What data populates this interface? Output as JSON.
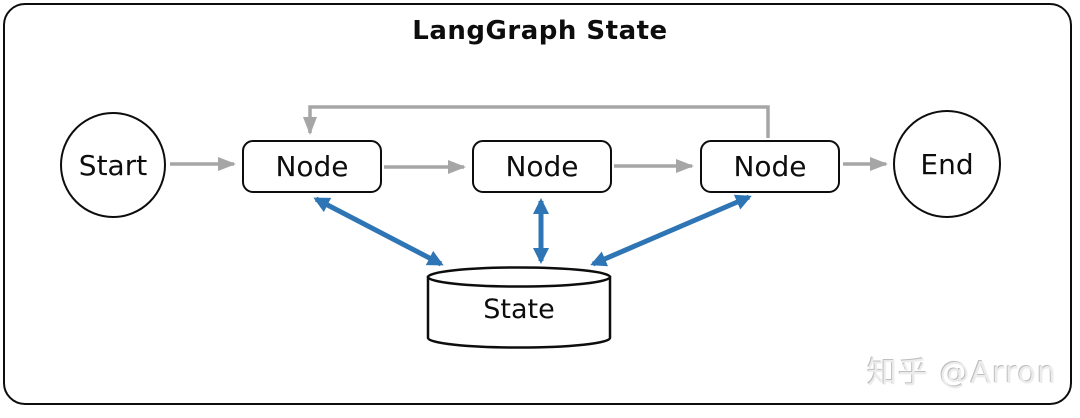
{
  "title": "LangGraph State",
  "watermark": "知乎 @Arron",
  "colors": {
    "edge_gray": "#a6a6a6",
    "edge_blue": "#2e75b6",
    "outline": "#0d0d0d",
    "background": "#ffffff"
  },
  "diagram": {
    "nodes": [
      {
        "id": "start",
        "label": "Start",
        "shape": "circle"
      },
      {
        "id": "node1",
        "label": "Node",
        "shape": "rounded-rect"
      },
      {
        "id": "node2",
        "label": "Node",
        "shape": "rounded-rect"
      },
      {
        "id": "node3",
        "label": "Node",
        "shape": "rounded-rect"
      },
      {
        "id": "end",
        "label": "End",
        "shape": "circle"
      },
      {
        "id": "state",
        "label": "State",
        "shape": "cylinder"
      }
    ],
    "edges": [
      {
        "from": "start",
        "to": "node1",
        "color": "gray",
        "type": "arrow"
      },
      {
        "from": "node1",
        "to": "node2",
        "color": "gray",
        "type": "arrow"
      },
      {
        "from": "node2",
        "to": "node3",
        "color": "gray",
        "type": "arrow"
      },
      {
        "from": "node3",
        "to": "end",
        "color": "gray",
        "type": "arrow"
      },
      {
        "from": "node3",
        "to": "node1",
        "color": "gray",
        "type": "feedback-loop"
      },
      {
        "from": "node1",
        "to": "state",
        "color": "blue",
        "type": "double-arrow"
      },
      {
        "from": "node2",
        "to": "state",
        "color": "blue",
        "type": "double-arrow"
      },
      {
        "from": "node3",
        "to": "state",
        "color": "blue",
        "type": "double-arrow"
      }
    ]
  }
}
